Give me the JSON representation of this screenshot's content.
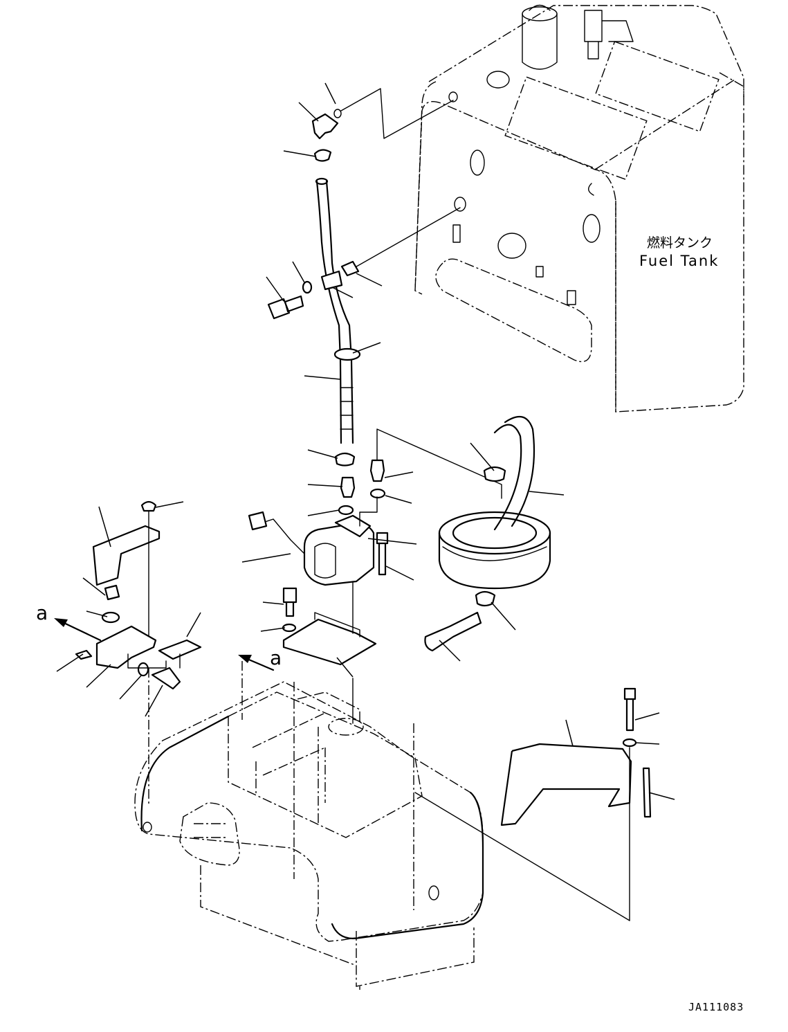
{
  "labels": {
    "fuel_tank_ja": "燃料タンク",
    "fuel_tank_en": "Fuel Tank",
    "view_marker_left": "a",
    "view_marker_center": "a",
    "drawing_number": "JA111083"
  },
  "icons": [
    "arrow-icon"
  ],
  "colors": {
    "line": "#000000",
    "background": "#ffffff"
  }
}
